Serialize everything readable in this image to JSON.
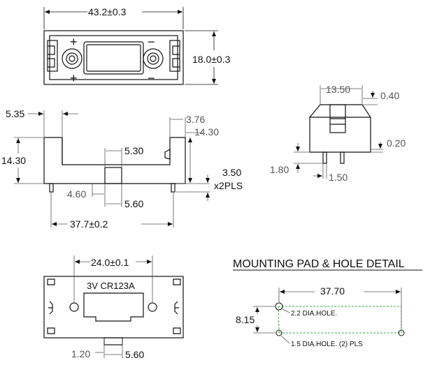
{
  "colors": {
    "ink": "#111111",
    "dim": "#555555",
    "pad_green": "#33aa44"
  },
  "top_view": {
    "width_dim": "43.2±0.3",
    "height_dim": "18.0±0.3",
    "plus_sign": "+",
    "minus_sign": "−"
  },
  "front_view": {
    "left_wall": "5.35",
    "right_wall": "3.76",
    "height_left": "14.30",
    "height_right": "14.30",
    "center_width": "5.30",
    "pin_length": "4.60",
    "pin_width": "5.60",
    "pin_callout_value": "3.50",
    "pin_callout_count": "x2PLS",
    "base_width": "37.7±0.2"
  },
  "side_view": {
    "top_width": "13.50",
    "top_offset": "0.40",
    "foot_offset": "0.20",
    "pin_height": "1.80",
    "pin_width": "1.50"
  },
  "bottom_view": {
    "hole_spacing": "24.0±0.1",
    "marking": "3V CR123A",
    "tab_height": "1.20",
    "tab_width": "5.60"
  },
  "mounting": {
    "title": "MOUNTING PAD & HOLE DETAIL",
    "span": "37.70",
    "height": "8.15",
    "hole_large": "2.2 DIA.HOLE.",
    "hole_small": "1.5 DIA.HOLE. (2) PLS"
  }
}
